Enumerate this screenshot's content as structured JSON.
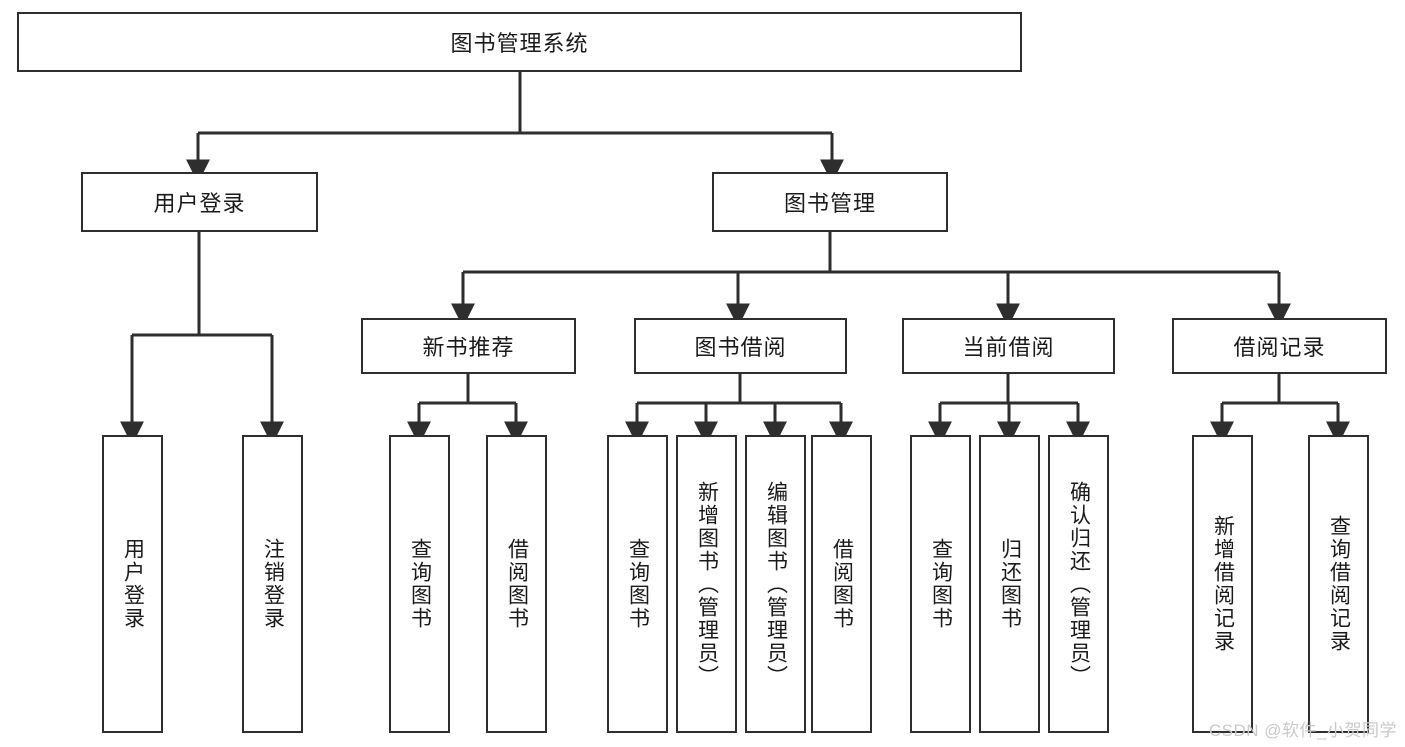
{
  "diagram": {
    "title": "图书管理系统",
    "type": "hierarchy-tree",
    "root": "图书管理系统",
    "colors": {
      "background": "#ffffff",
      "box_border": "#2e2e2e",
      "box_fill": "#ffffff",
      "edge": "#2e2e2e",
      "text": "#1a1a1a",
      "watermark": "#c9c9c9"
    },
    "levels": {
      "level0": [
        "图书管理系统"
      ],
      "level1": [
        "用户登录",
        "图书管理"
      ],
      "level2": [
        "新书推荐",
        "图书借阅",
        "当前借阅",
        "借阅记录"
      ],
      "level3": [
        "用户登录",
        "注销登录",
        "查询图书",
        "借阅图书",
        "查询图书",
        "新增图书（管理员）",
        "编辑图书（管理员）",
        "借阅图书",
        "查询图书",
        "归还图书",
        "确认归还（管理员）",
        "新增借阅记录",
        "查询借阅记录"
      ]
    },
    "nodes": {
      "root": {
        "label": "图书管理系统"
      },
      "user_login": {
        "label": "用户登录"
      },
      "book_manage": {
        "label": "图书管理"
      },
      "new_book_rec": {
        "label": "新书推荐"
      },
      "book_borrow": {
        "label": "图书借阅"
      },
      "current_borrow": {
        "label": "当前借阅"
      },
      "borrow_record": {
        "label": "借阅记录"
      },
      "leaf_user_login": {
        "label": "用户登录"
      },
      "leaf_user_logout": {
        "label": "注销登录"
      },
      "leaf_query_book_a": {
        "label": "查询图书"
      },
      "leaf_borrow_book_a": {
        "label": "借阅图书"
      },
      "leaf_query_book_b": {
        "label": "查询图书"
      },
      "leaf_add_book_admin": {
        "label": "新增图书（管理员）"
      },
      "leaf_edit_book_admin": {
        "label": "编辑图书（管理员）"
      },
      "leaf_borrow_book_b": {
        "label": "借阅图书"
      },
      "leaf_query_book_c": {
        "label": "查询图书"
      },
      "leaf_return_book": {
        "label": "归还图书"
      },
      "leaf_confirm_return_admin": {
        "label": "确认归还（管理员）"
      },
      "leaf_add_borrow_record": {
        "label": "新增借阅记录"
      },
      "leaf_query_borrow_record": {
        "label": "查询借阅记录"
      }
    },
    "watermark": "CSDN @软件_小贺同学"
  }
}
